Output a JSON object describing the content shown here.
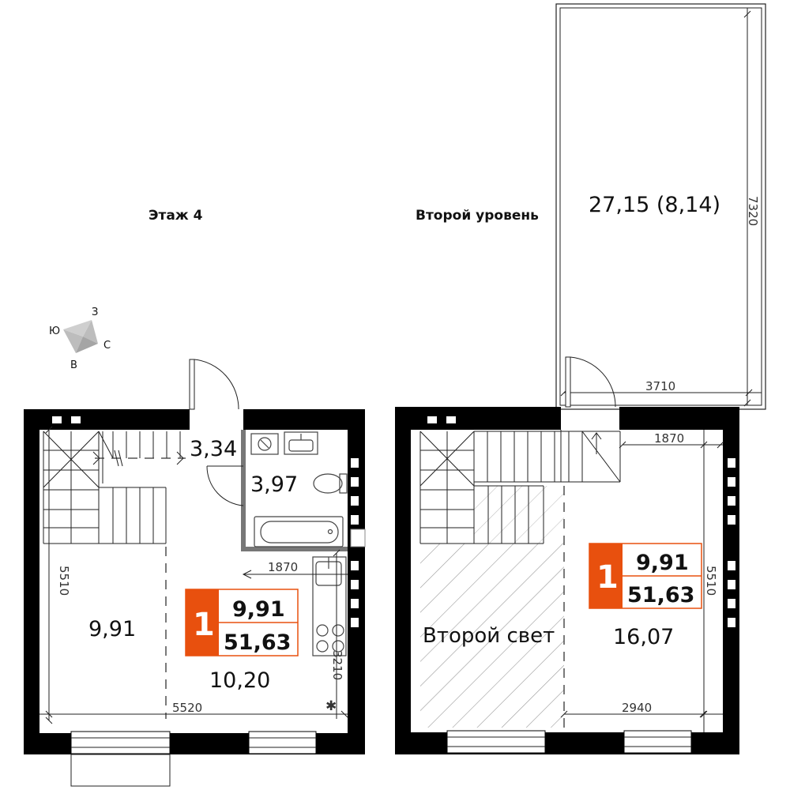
{
  "labels": {
    "floor_4": "Этаж 4",
    "second_level": "Второй уровень",
    "second_light": "Второй свет"
  },
  "compass": {
    "north": "С",
    "south": "Ю",
    "west": "З",
    "east": "В"
  },
  "areas": {
    "hall": "3,34",
    "bathroom": "3,97",
    "room_left": "9,91",
    "kitchen": "10,20",
    "room_upper": "16,07",
    "terrace": "27,15 (8,14)"
  },
  "dimensions": {
    "d1870_lower": "1870",
    "d5510_lower": "5510",
    "d5520": "5520",
    "d3210": "3210",
    "d3710": "3710",
    "d1870_upper": "1870",
    "d5510_upper": "5510",
    "d2940": "2940",
    "d7320": "7320"
  },
  "badge": {
    "rooms": "1",
    "living_area": "9,91",
    "total_area": "51,63"
  },
  "colors": {
    "accent": "#e8500e",
    "wall": "#000000",
    "hatch": "#9a9a9a"
  }
}
